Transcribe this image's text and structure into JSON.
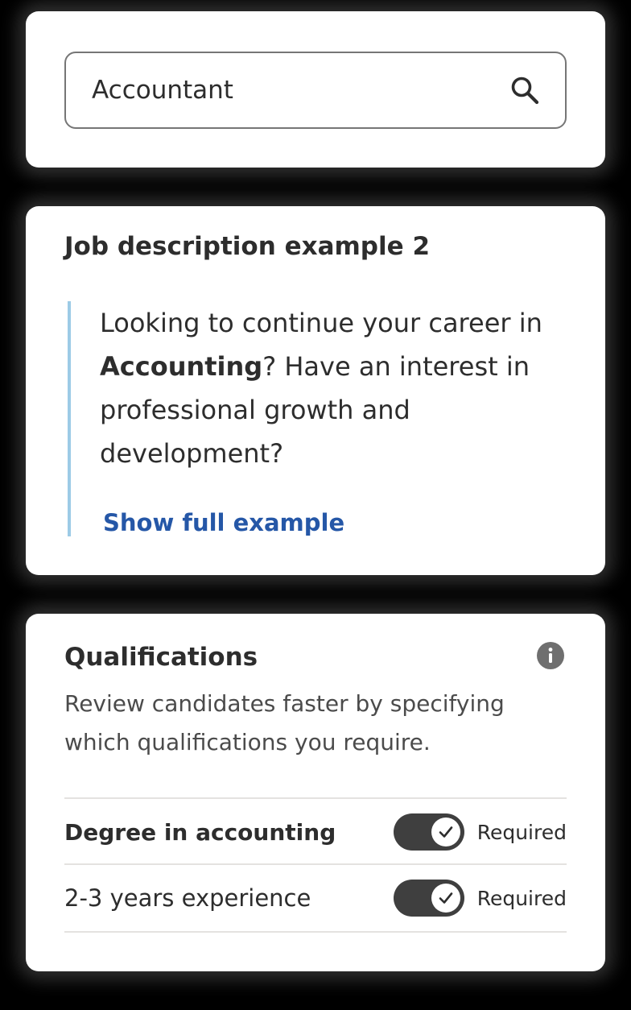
{
  "search": {
    "value": "Accountant",
    "icon": "search-icon"
  },
  "example": {
    "title": "Job description example 2",
    "text_before": "Looking to continue your career in ",
    "text_bold": "Accounting",
    "text_after": "? Have an interest in professional growth and development?",
    "show_link": "Show full example"
  },
  "qualifications": {
    "title": "Qualifications",
    "info_icon": "info-icon",
    "description": "Review candidates faster by specifying which qualifications you require.",
    "items": [
      {
        "label": "Degree in accounting",
        "status": "Required",
        "required": true
      },
      {
        "label": "2-3 years experience",
        "status": "Required",
        "required": true
      }
    ]
  },
  "colors": {
    "link": "#2557a7",
    "quote_border": "#9dcbe6",
    "toggle_on": "#3f3f3f",
    "text": "#2d2d2d"
  }
}
